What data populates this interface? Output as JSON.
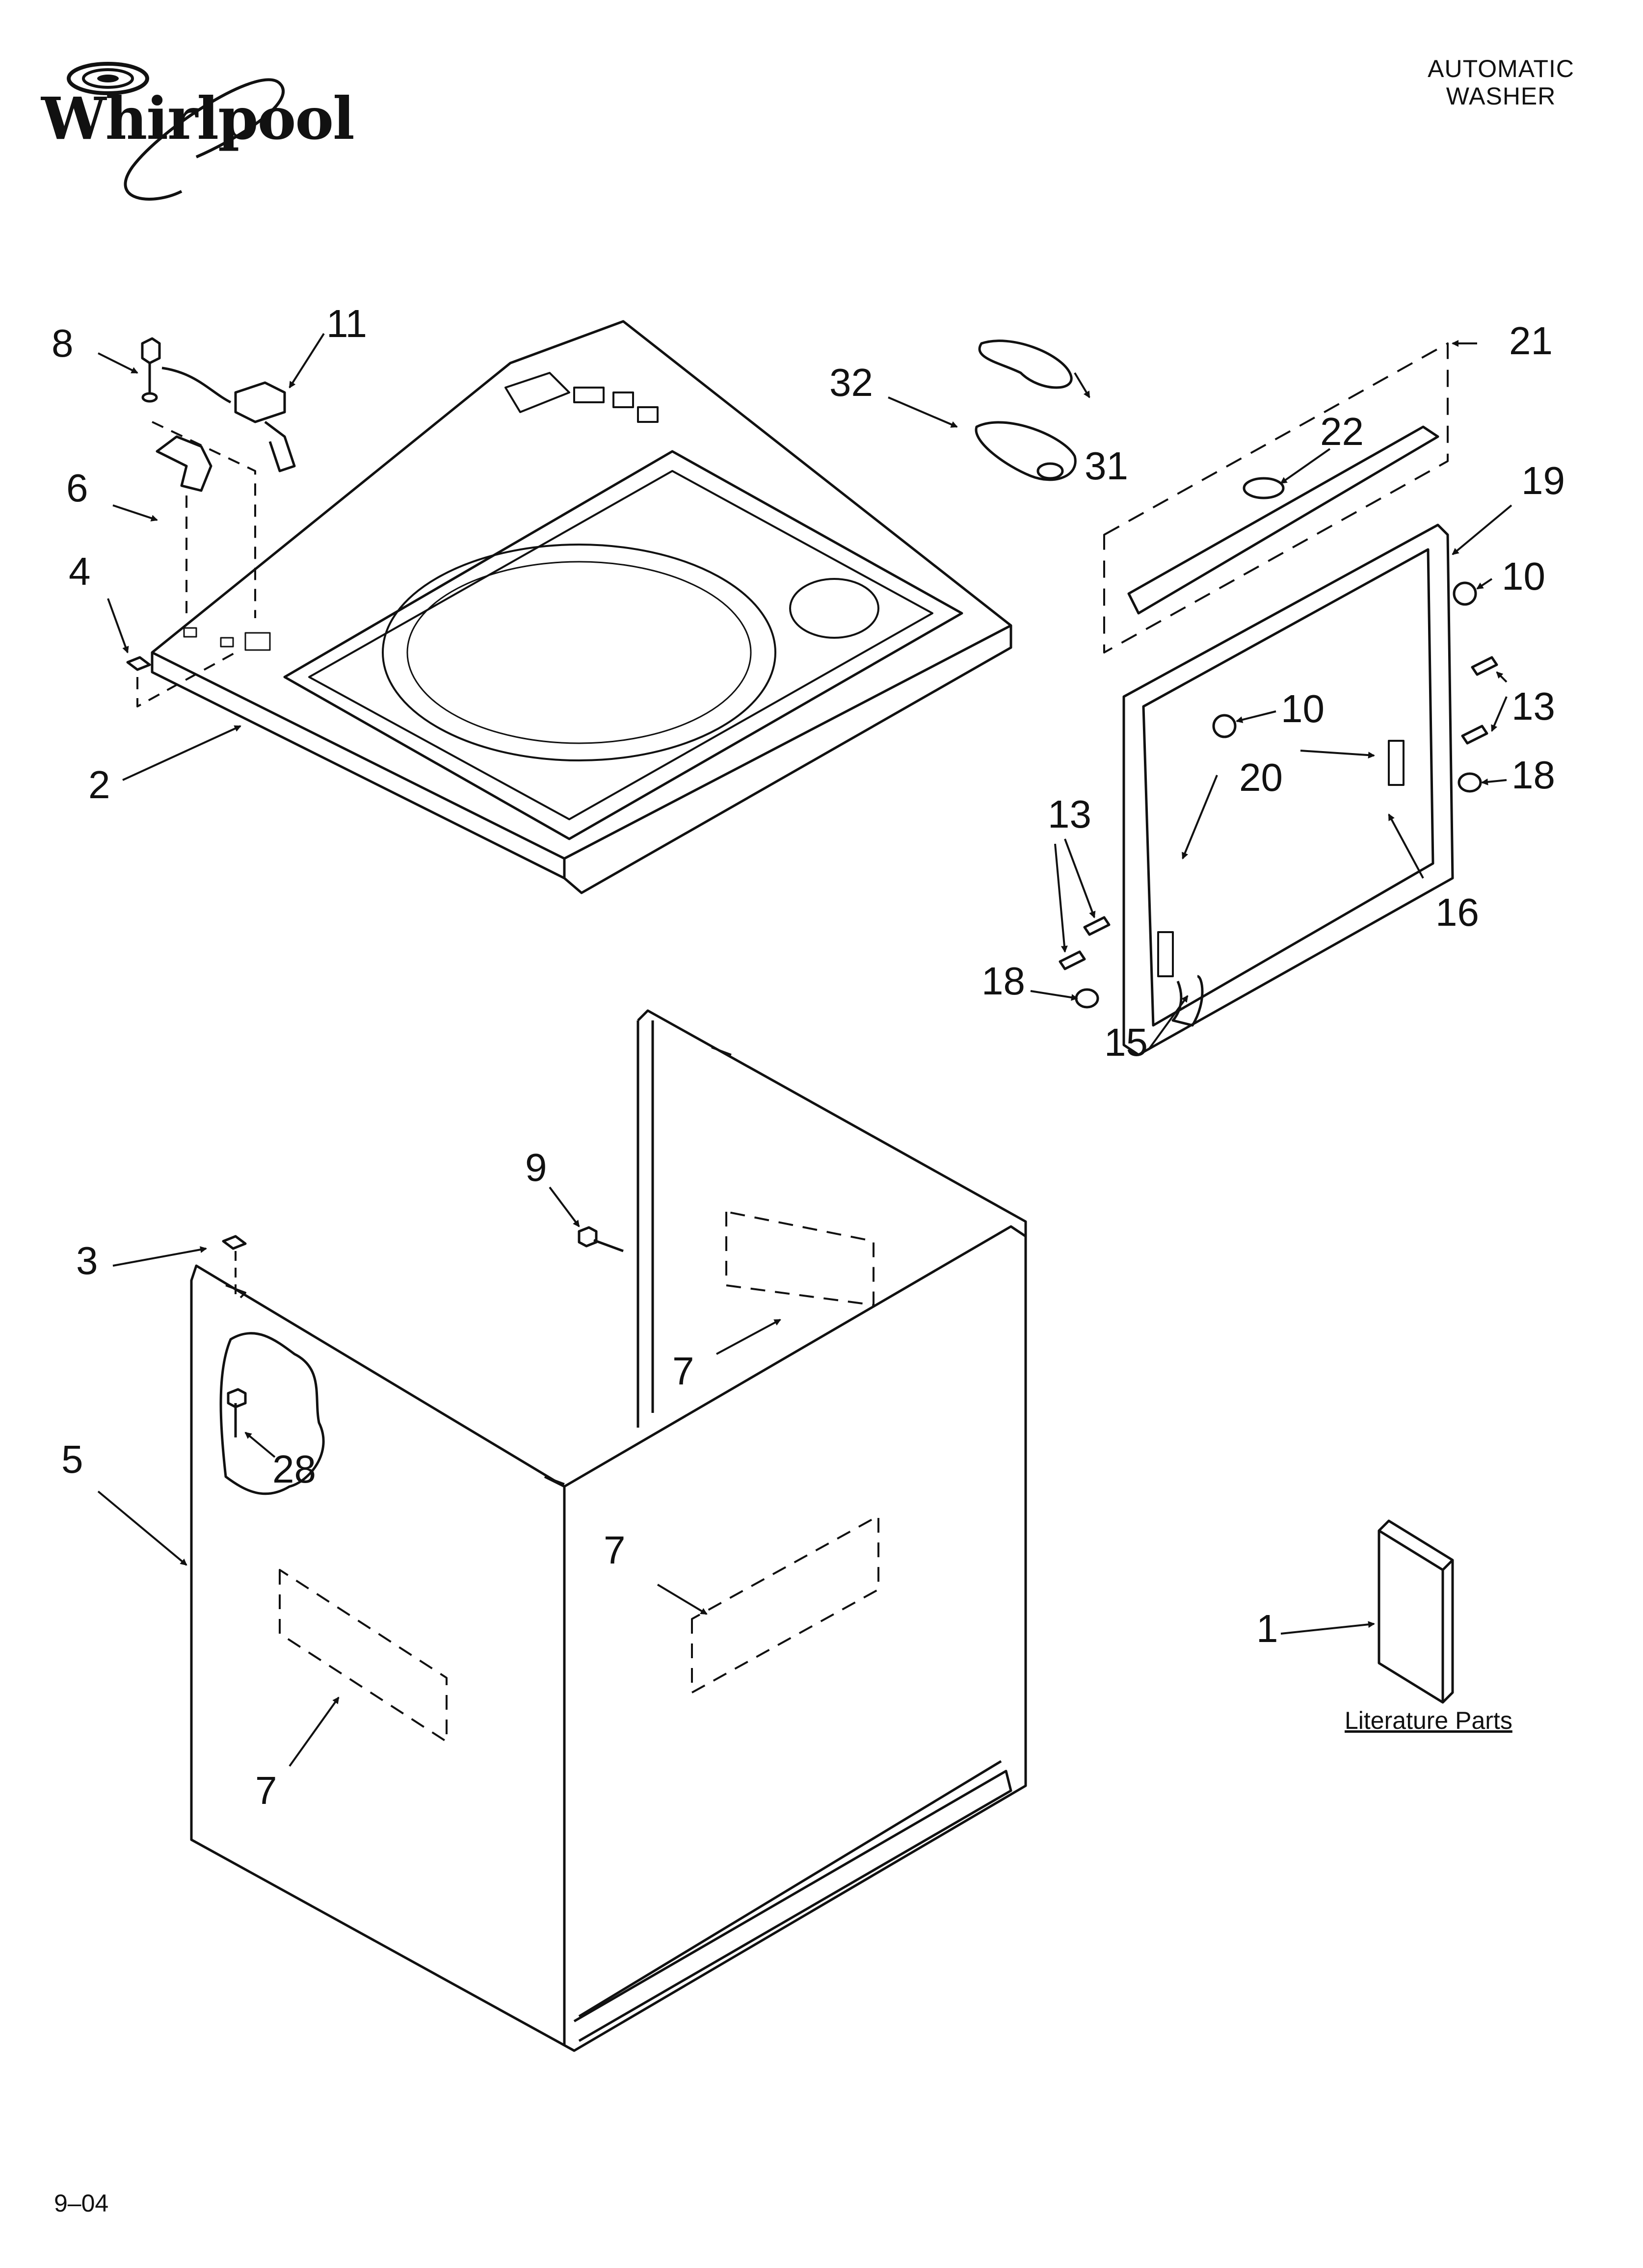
{
  "brand": {
    "logo_text": "Whirlpool"
  },
  "header": {
    "line1": "AUTOMATIC",
    "line2": "WASHER"
  },
  "callouts": {
    "c1": "1",
    "c2": "2",
    "c3": "3",
    "c4": "4",
    "c5": "5",
    "c6": "6",
    "c7a": "7",
    "c7b": "7",
    "c7c": "7",
    "c8": "8",
    "c9": "9",
    "c10a": "10",
    "c10b": "10",
    "c11": "11",
    "c13a": "13",
    "c13b": "13",
    "c15": "15",
    "c16": "16",
    "c18a": "18",
    "c18b": "18",
    "c19": "19",
    "c20": "20",
    "c21": "21",
    "c22": "22",
    "c28": "28",
    "c31": "31",
    "c32": "32"
  },
  "literature_label": "Literature Parts",
  "footer": {
    "date_code": "9–04"
  }
}
